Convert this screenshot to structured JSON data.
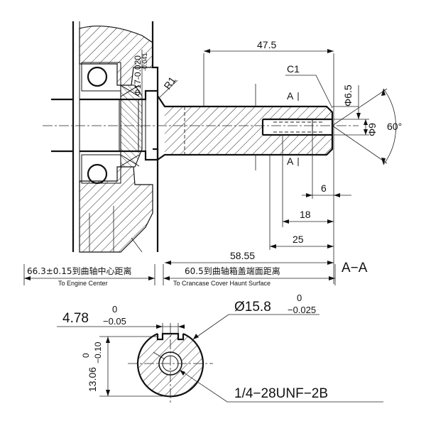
{
  "dimensions": {
    "shaft_length": "47.5",
    "chamfer": "C1",
    "section_mark_top": "A",
    "section_mark_bottom": "A",
    "radius": "R1",
    "bore_tolerance": "Φ17-0.020",
    "bore_tolerance_lower": "-0.041",
    "hole_diameter_small": "Φ6.5",
    "hole_diameter": "Φ9",
    "angle": "60°",
    "depth_6": "6",
    "depth_18": "18",
    "depth_25": "25",
    "total_58": "58.55",
    "engine_center_distance": "66.3±0.15到曲轴中心距离",
    "engine_center_en": "To Engine Center",
    "cover_distance": "60.5到曲轴箱盖端面距离",
    "cover_distance_en": "To Crancase Cover Haunt Surface",
    "section_label": "A−A",
    "key_width": "4.78",
    "key_width_upper": "0",
    "key_width_lower": "−0.05",
    "shaft_dia": "Ø15.8",
    "shaft_dia_upper": "0",
    "shaft_dia_lower": "−0.025",
    "flat_height": "13.06",
    "flat_height_upper": "0",
    "flat_height_lower": "−0.10",
    "thread": "1/4−28UNF−2B"
  }
}
